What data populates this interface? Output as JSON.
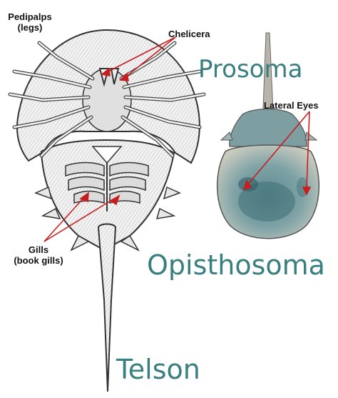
{
  "labels": {
    "pedipalps_line1": "Pedipalps",
    "pedipalps_line2": "(legs)",
    "chelicera": "Chelicera",
    "lateral_eyes": "Lateral Eyes",
    "gills_line1": "Gills",
    "gills_line2": "(book gills)"
  },
  "regions": {
    "prosoma": "Prosoma",
    "opisthosoma": "Opisthosoma",
    "telson": "Telson"
  },
  "colors": {
    "region_text": "#3a7f7f",
    "pointer": "#c81e1e",
    "label_text": "#111111"
  }
}
